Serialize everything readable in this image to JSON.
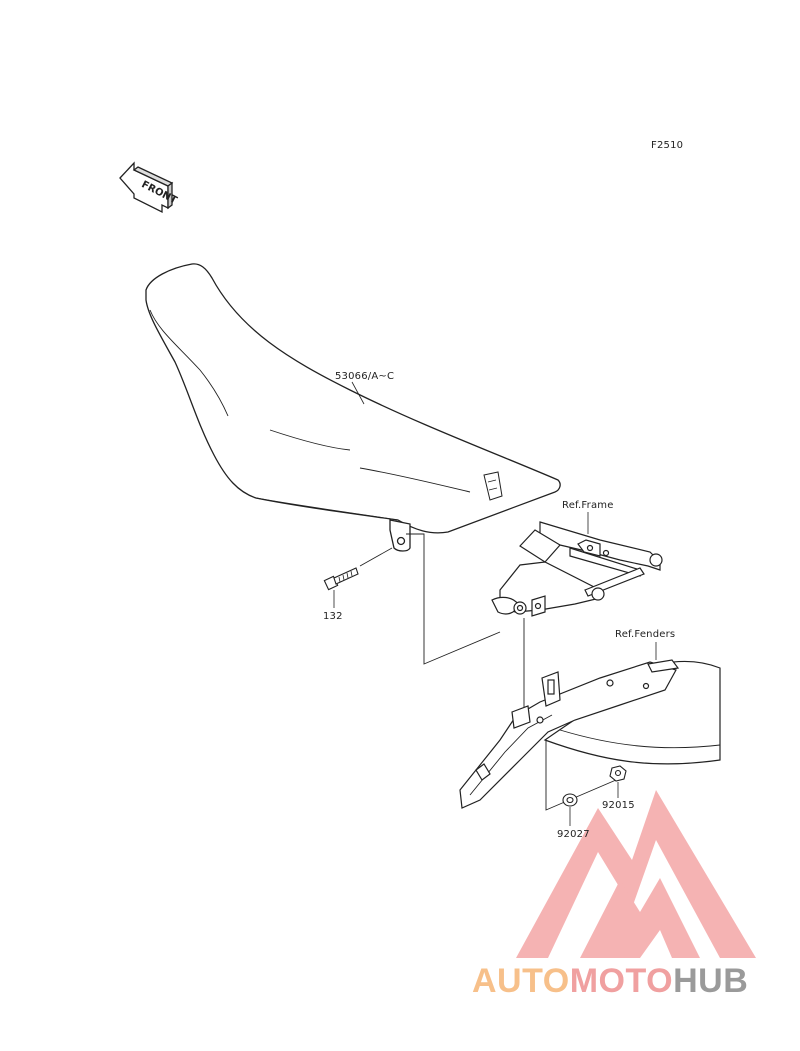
{
  "figure_code": "F2510",
  "front_arrow_label": "FRONT",
  "parts": {
    "seat": "53066/A~C",
    "bolt": "132",
    "nut_a": "92015",
    "nut_b": "92027"
  },
  "references": {
    "frame": "Ref.Frame",
    "fenders": "Ref.Fenders"
  },
  "watermark": {
    "part1": "AUTO",
    "part2": "MOTO",
    "part3": "HUB",
    "color_part1": "#f7c08a",
    "color_part2": "#f0a0a0",
    "color_part3": "#9a9a9a",
    "triangle_color": "#f4a6a6"
  }
}
